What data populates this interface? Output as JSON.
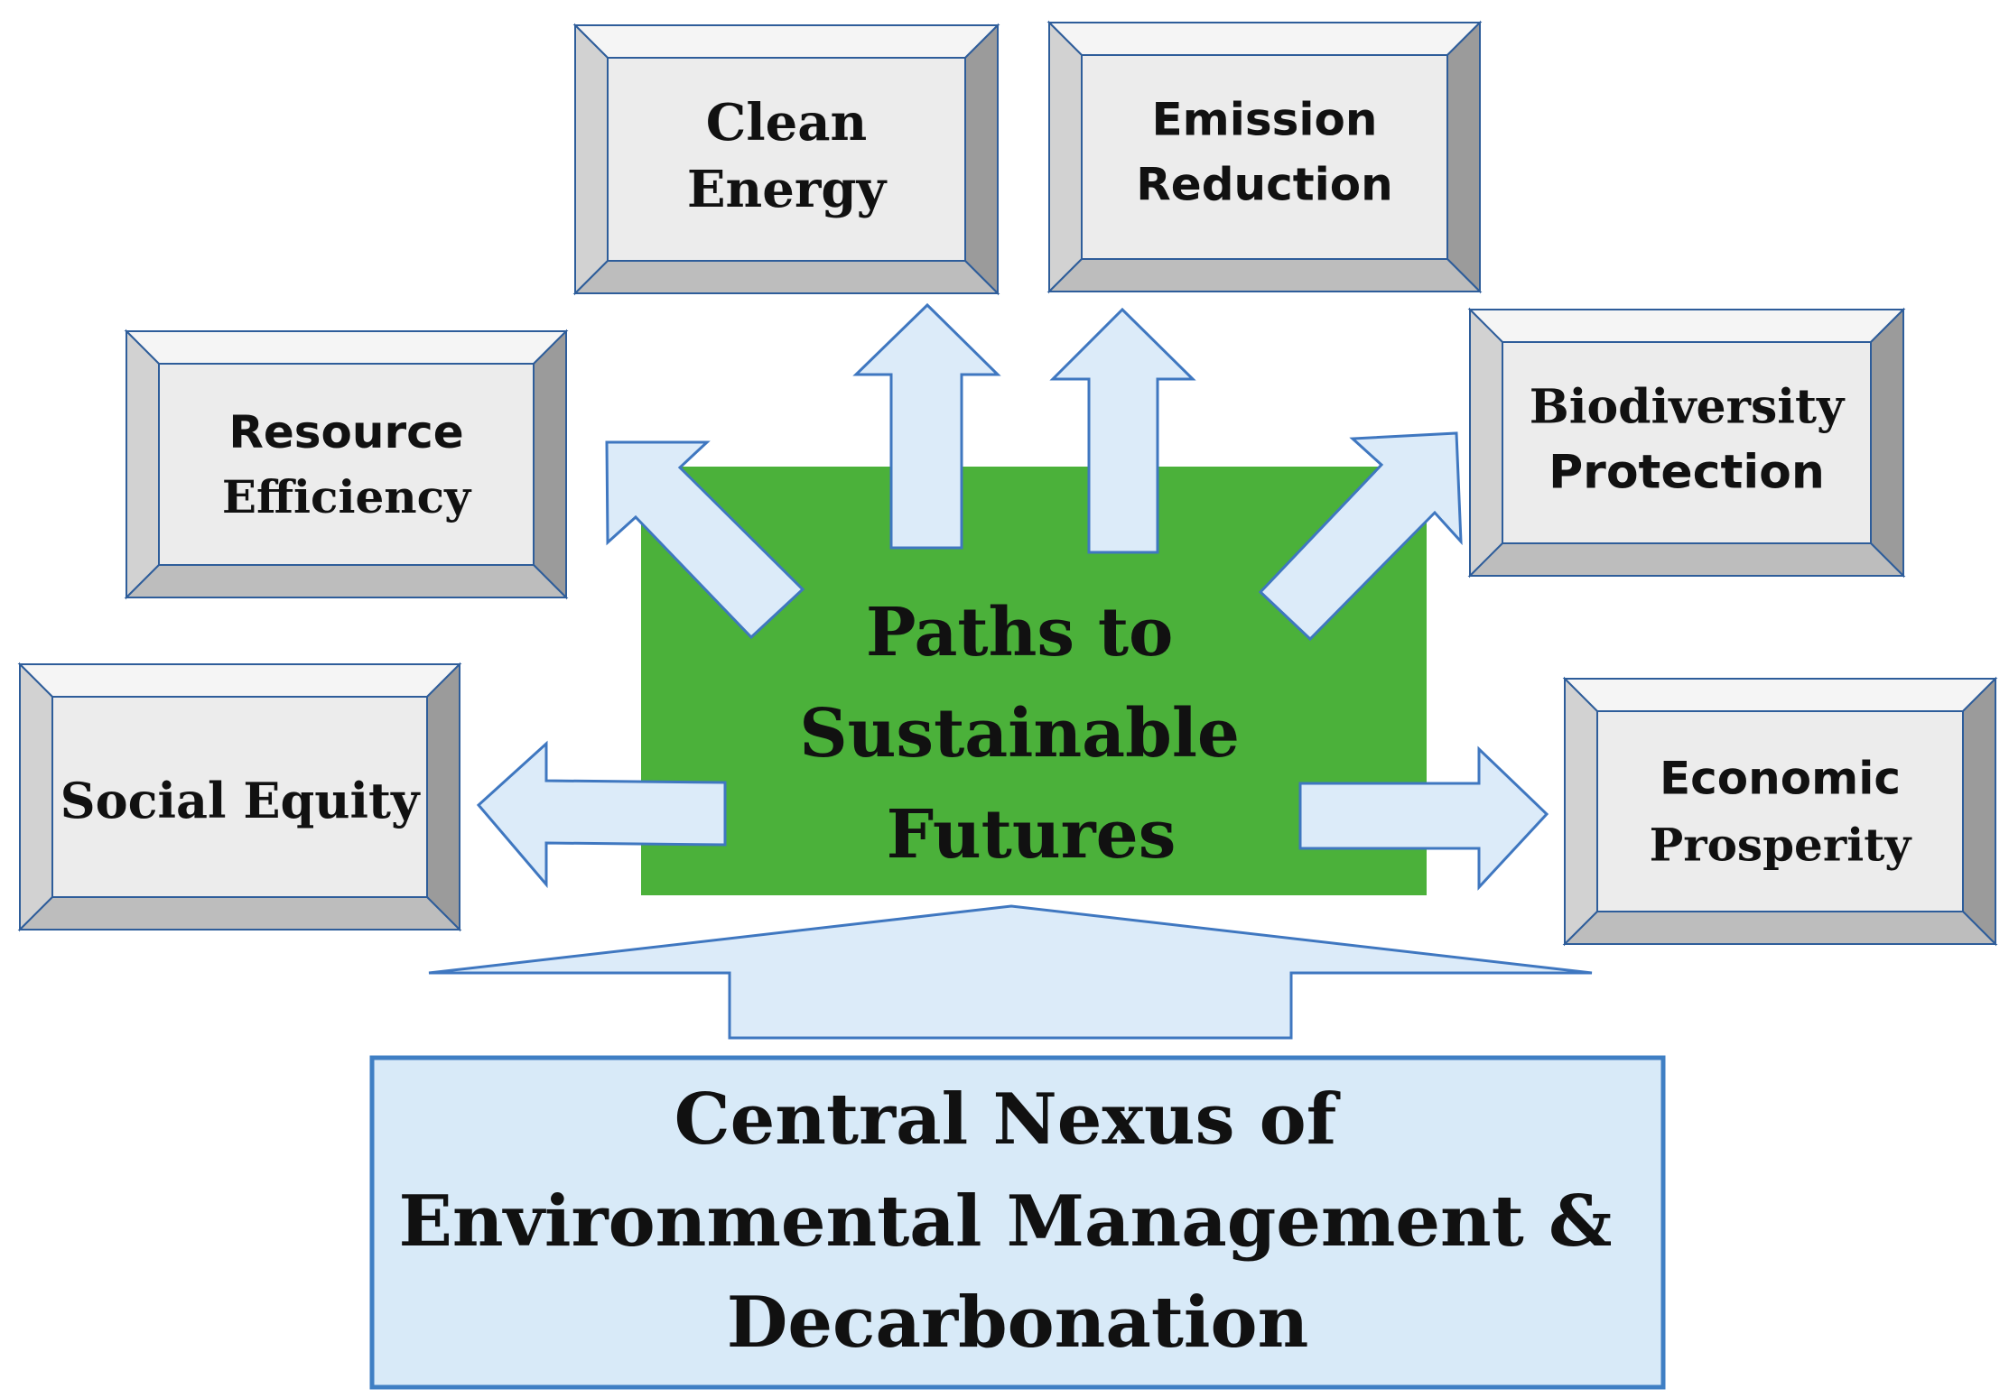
{
  "center": {
    "lines": [
      "Paths to",
      "Sustainable",
      "Futures"
    ],
    "fill": "#4bb13a"
  },
  "nexus": {
    "lines": [
      "Central Nexus of",
      "Environmental Management &",
      "Decarbonation"
    ],
    "fill": "#d8eaf8",
    "stroke": "#3f7fc4"
  },
  "arrow_style": {
    "fill": "#dcebf9",
    "stroke": "#3f77c0"
  },
  "bevel_colors": {
    "face": "#ececec",
    "top": "#f5f5f5",
    "left": "#d2d2d2",
    "right": "#9b9b9b",
    "bottom": "#bdbdbd",
    "outline": "#2e5d9a"
  },
  "outcomes": [
    {
      "id": "clean-energy",
      "lines": [
        "Clean",
        "Energy"
      ]
    },
    {
      "id": "emission-reduction",
      "lines": [
        "Emission",
        "Reduction"
      ]
    },
    {
      "id": "resource-efficiency",
      "lines": [
        "Resource",
        "Efficiency"
      ]
    },
    {
      "id": "biodiversity-protection",
      "lines": [
        "Biodiversity",
        "Protection"
      ]
    },
    {
      "id": "social-equity",
      "lines": [
        "Social Equity"
      ]
    },
    {
      "id": "economic-prosperity",
      "lines": [
        "Economic",
        "Prosperity"
      ]
    }
  ]
}
